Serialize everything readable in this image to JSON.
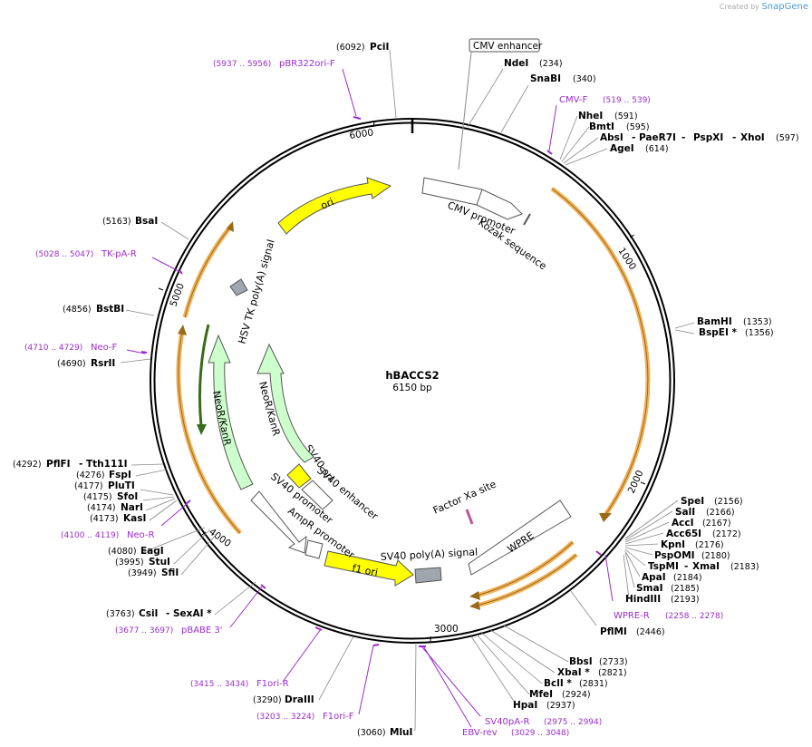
{
  "credit": {
    "created_by": "Created by",
    "brand": "SnapGene"
  },
  "plasmid": {
    "name": "hBACCS2",
    "length": "6150 bp"
  },
  "ticks": [
    "1000",
    "2000",
    "3000",
    "4000",
    "5000",
    "6000"
  ],
  "sites": [
    {
      "name": "PciI",
      "pos": "(6092)"
    },
    {
      "name": "NdeI",
      "pos": "(234)"
    },
    {
      "name": "SnaBI",
      "pos": "(340)"
    },
    {
      "name": "NheI",
      "pos": "(591)"
    },
    {
      "name": "BmtI",
      "pos": "(595)"
    },
    {
      "name": "AbsI",
      "pos": ""
    },
    {
      "name": "PaeR7I",
      "pos": ""
    },
    {
      "name": "PspXI",
      "pos": ""
    },
    {
      "name": "XhoI",
      "pos": "(597)"
    },
    {
      "name": "AgeI",
      "pos": "(614)"
    },
    {
      "name": "BamHI",
      "pos": "(1353)"
    },
    {
      "name": "BspEI *",
      "pos": "(1356)"
    },
    {
      "name": "SpeI",
      "pos": "(2156)"
    },
    {
      "name": "SalI",
      "pos": "(2166)"
    },
    {
      "name": "AccI",
      "pos": "(2167)"
    },
    {
      "name": "Acc65I",
      "pos": "(2172)"
    },
    {
      "name": "KpnI",
      "pos": "(2176)"
    },
    {
      "name": "PspOMI",
      "pos": "(2180)"
    },
    {
      "name": "TspMI",
      "pos": ""
    },
    {
      "name": "XmaI",
      "pos": "(2183)"
    },
    {
      "name": "ApaI",
      "pos": "(2184)"
    },
    {
      "name": "SmaI",
      "pos": "(2185)"
    },
    {
      "name": "HindIII",
      "pos": "(2193)"
    },
    {
      "name": "PflMI",
      "pos": "(2446)"
    },
    {
      "name": "BbsI",
      "pos": "(2733)"
    },
    {
      "name": "XbaI *",
      "pos": "(2821)"
    },
    {
      "name": "BclI *",
      "pos": "(2831)"
    },
    {
      "name": "MfeI",
      "pos": "(2924)"
    },
    {
      "name": "HpaI",
      "pos": "(2937)"
    },
    {
      "name": "MluI",
      "pos": "(3060)"
    },
    {
      "name": "DraIII",
      "pos": "(3290)"
    },
    {
      "name": "CsiI",
      "pos": "(3763)"
    },
    {
      "name": "SexAI *",
      "pos": ""
    },
    {
      "name": "SfiI",
      "pos": "(3949)"
    },
    {
      "name": "StuI",
      "pos": "(3995)"
    },
    {
      "name": "EagI",
      "pos": "(4080)"
    },
    {
      "name": "KasI",
      "pos": "(4173)"
    },
    {
      "name": "NarI",
      "pos": "(4174)"
    },
    {
      "name": "SfoI",
      "pos": "(4175)"
    },
    {
      "name": "PluTI",
      "pos": "(4177)"
    },
    {
      "name": "FspI",
      "pos": "(4276)"
    },
    {
      "name": "PflFI",
      "pos": "(4292)"
    },
    {
      "name": "Tth111I",
      "pos": ""
    },
    {
      "name": "RsrII",
      "pos": "(4690)"
    },
    {
      "name": "BstBI",
      "pos": "(4856)"
    },
    {
      "name": "BsaI",
      "pos": "(5163)"
    }
  ],
  "primers": [
    {
      "name": "pBR322ori-F",
      "range": "(5937 .. 5956)"
    },
    {
      "name": "CMV-F",
      "range": "(519 .. 539)"
    },
    {
      "name": "WPRE-R",
      "range": "(2258 .. 2278)"
    },
    {
      "name": "SV40pA-R",
      "range": "(2975 .. 2994)"
    },
    {
      "name": "EBV-rev",
      "range": "(3029 .. 3048)"
    },
    {
      "name": "F1ori-F",
      "range": "(3203 .. 3224)"
    },
    {
      "name": "F1ori-R",
      "range": "(3415 .. 3434)"
    },
    {
      "name": "pBABE 3'",
      "range": "(3677 .. 3697)"
    },
    {
      "name": "Neo-R",
      "range": "(4100 .. 4119)"
    },
    {
      "name": "Neo-F",
      "range": "(4710 .. 4729)"
    },
    {
      "name": "TK-pA-R",
      "range": "(5028 .. 5047)"
    }
  ],
  "features": {
    "cmv_enhancer": "CMV enhancer",
    "cmv_promoter": "CMV promoter",
    "kozak": "Kozak sequence",
    "factor_xa": "Factor Xa site",
    "wpre": "WPRE",
    "sv40_polya": "SV40 poly(A) signal",
    "f1_ori": "f1 ori",
    "ampr_promoter": "AmpR promoter",
    "sv40_promoter": "SV40 promoter",
    "sv40_enhancer": "SV40 enhancer",
    "sv40_ori": "SV40 ori",
    "neor1": "NeoR/KanR",
    "neor2": "NeoR/KanR",
    "hsv_tk": "HSV TK poly(A) signal",
    "ori": "ori"
  },
  "colors": {
    "primer": "#9a2ccc",
    "orf_orange": "#f2b25a",
    "ori_yellow": "#ffff00",
    "neo_green": "#ccffcc",
    "polya_gray": "#a0a6ae"
  }
}
